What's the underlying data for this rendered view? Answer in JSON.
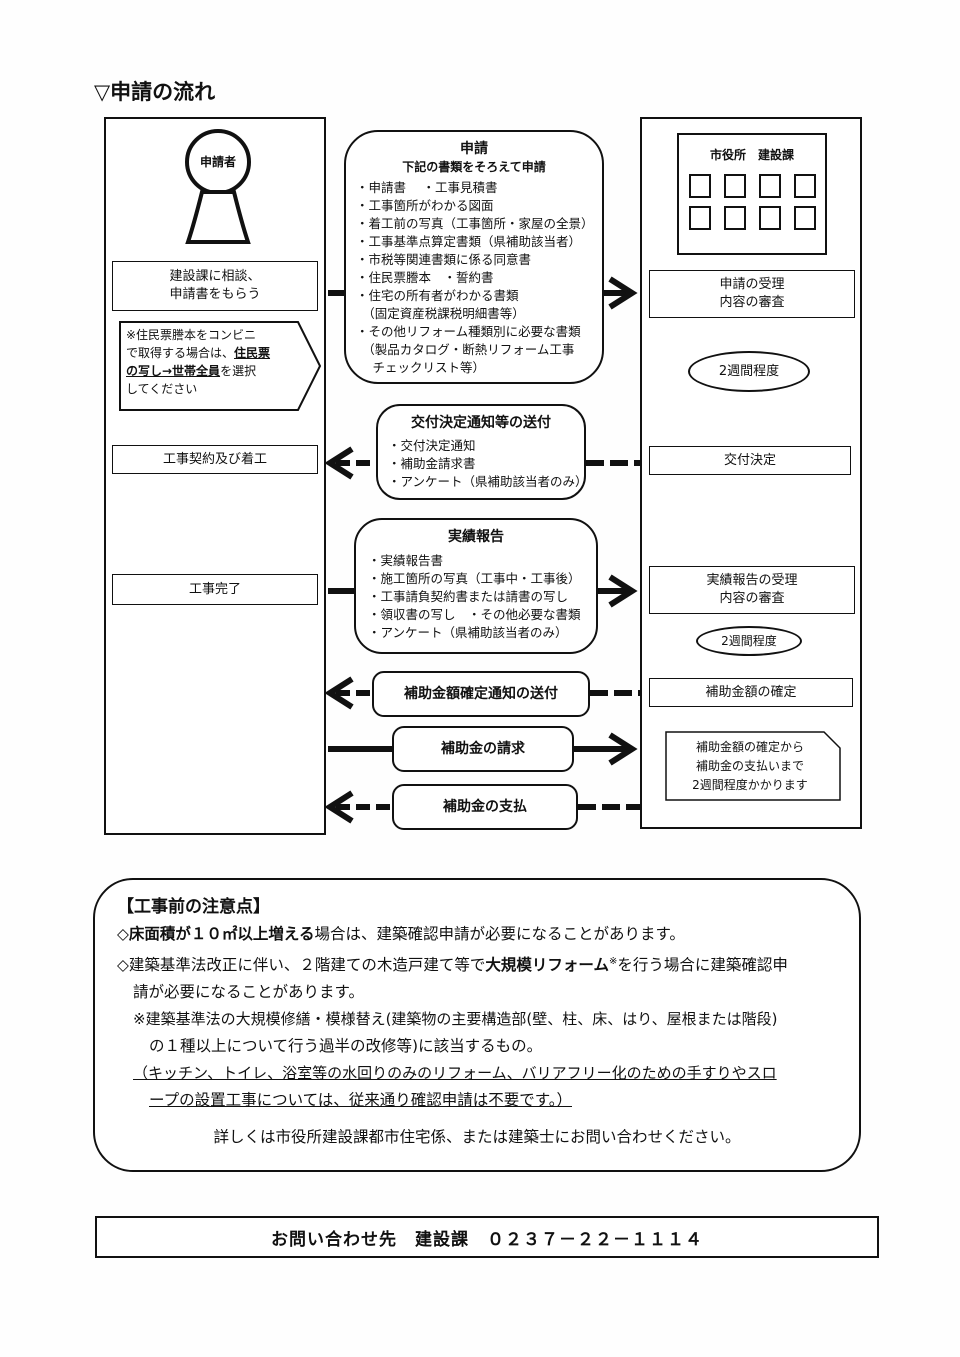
{
  "section_title": "▽申請の流れ",
  "applicant": {
    "label": "申請者",
    "step1": [
      "建設課に相談、",
      "申請書をもらう"
    ],
    "note_lines": [
      "※住民票謄本をコンビニ",
      "で取得する場合は、",
      "住民票",
      "の写し→世帯全員",
      "を選択",
      "してください"
    ],
    "step_contract": "工事契約及び着工",
    "step_complete": "工事完了"
  },
  "city": {
    "label": "市役所　建設課",
    "receipt": [
      "申請の受理",
      "内容の審査"
    ],
    "two_weeks_1": "2週間程度",
    "decision": "交付決定",
    "report_receipt": [
      "実績報告の受理",
      "内容の審査"
    ],
    "two_weeks_2": "2週間程度",
    "amount_confirm": "補助金額の確定",
    "payment_note": [
      "補助金額の確定から",
      "補助金の支払いまで",
      "2週間程度かかります"
    ]
  },
  "application": {
    "title": "申請",
    "subtitle": "下記の書類をそろえて申請",
    "items": [
      "・申請書　 ・工事見積書",
      "・工事箇所がわかる図面",
      "・着工前の写真（工事箇所・家屋の全景）",
      "・工事基準点算定書類（県補助該当者）",
      "・市税等関連書類に係る同意書",
      "・住民票謄本　・誓約書",
      "・住宅の所有者がわかる書類",
      "　（固定資産税課税明細書等）",
      "・その他リフォーム種類別に必要な書類",
      "　（製品カタログ・断熱リフォーム工事",
      "　 チェックリスト等）"
    ]
  },
  "notice": {
    "title": "交付決定通知等の送付",
    "items": [
      "・交付決定通知",
      "・補助金請求書",
      "・アンケート（県補助該当者のみ）"
    ]
  },
  "report": {
    "title": "実績報告",
    "items": [
      "・実績報告書",
      "・施工箇所の写真（工事中・工事後）",
      "・工事請負契約書または請書の写し",
      "・領収書の写し　・その他必要な書類",
      "・アンケート（県補助該当者のみ）"
    ]
  },
  "amount_notice": "補助金額確定通知の送付",
  "claim": "補助金の請求",
  "payment": "補助金の支払",
  "precautions": {
    "title": "【工事前の注意点】",
    "line1": {
      "prefix": "◇",
      "bold": "床面積が１０㎡以上増える",
      "rest": "場合は、建築確認申請が必要になることがあります。"
    },
    "line2a": {
      "prefix": "◇建築基準法改正に伴い、２階建ての木造戸建て等で",
      "bold": "大規模リフォーム",
      "sup": "※",
      "rest": "を行う場合に建築確認申"
    },
    "line2b": "請が必要になることがあります。",
    "note1": "※建築基準法の大規模修繕・模様替え(建築物の主要構造部(壁、柱、床、はり、屋根または階段)",
    "note2": "の１種以上について行う過半の改修等)に該当するもの。",
    "note3": "（キッチン、トイレ、浴室等の水回りのみのリフォーム、バリアフリー化のための手すりやスロ",
    "note4": "ープの設置工事については、従来通り確認申請は不要です。）",
    "footer": "詳しくは市役所建設課都市住宅係、または建築士にお問い合わせください。"
  },
  "contact": "お問い合わせ先　建設課　０２３７－２２－１１１４"
}
